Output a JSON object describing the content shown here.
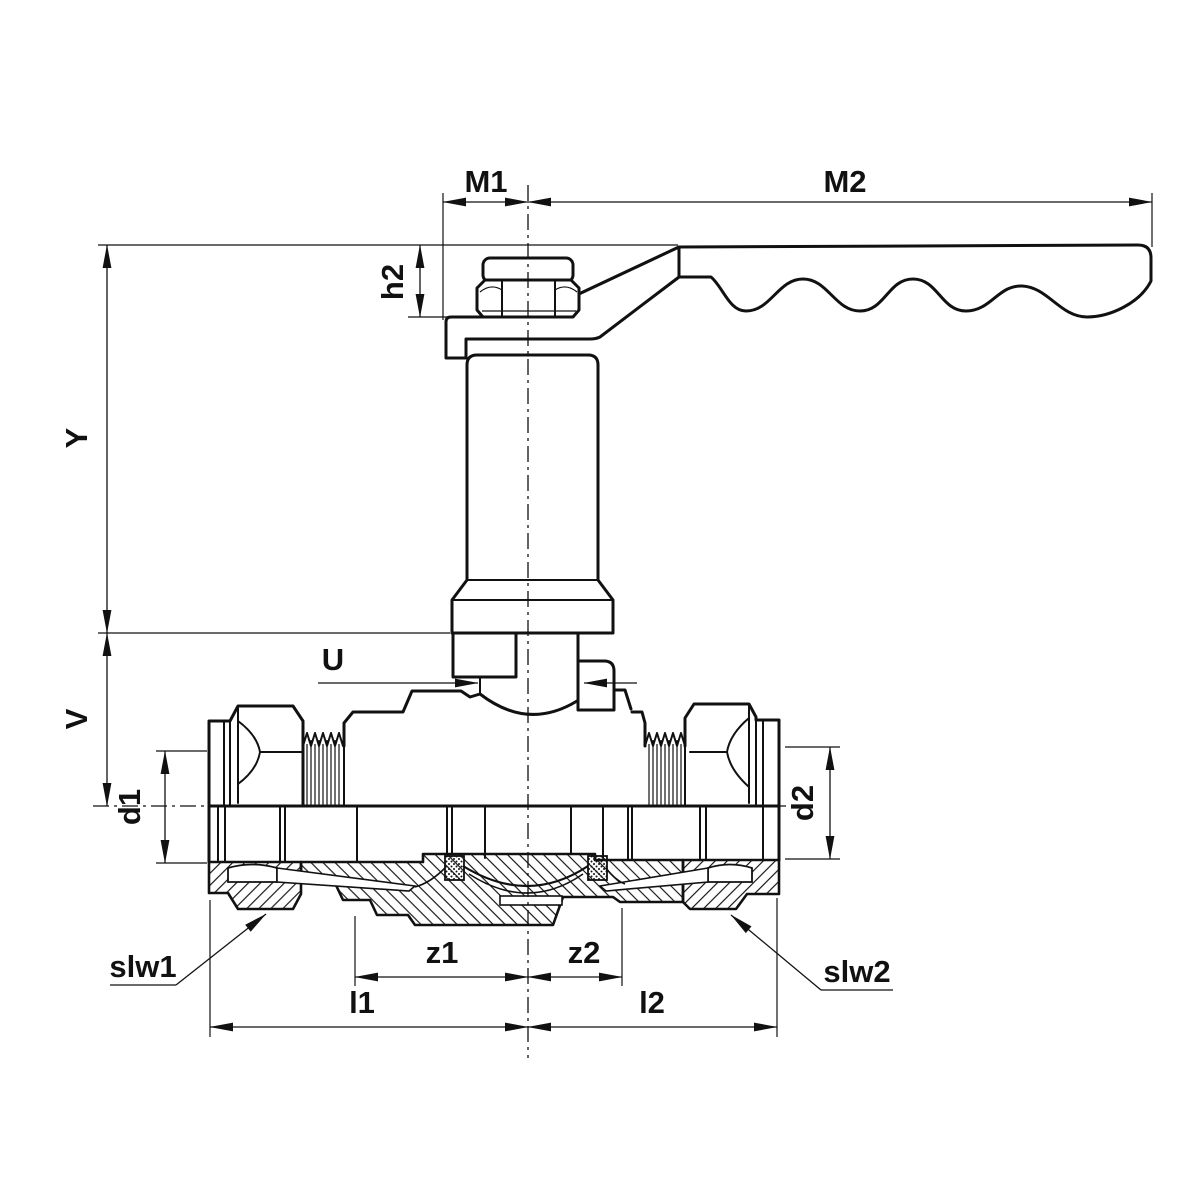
{
  "drawing": {
    "labels": {
      "m1": "M1",
      "m2": "M2",
      "h2": "h2",
      "y": "Y",
      "v": "V",
      "u": "U",
      "d1": "d1",
      "d2": "d2",
      "slw1": "slw1",
      "slw2": "slw2",
      "z1": "z1",
      "z2": "z2",
      "l1": "l1",
      "l2": "l2"
    },
    "colors": {
      "line": "#111111",
      "background": "#ffffff"
    }
  }
}
